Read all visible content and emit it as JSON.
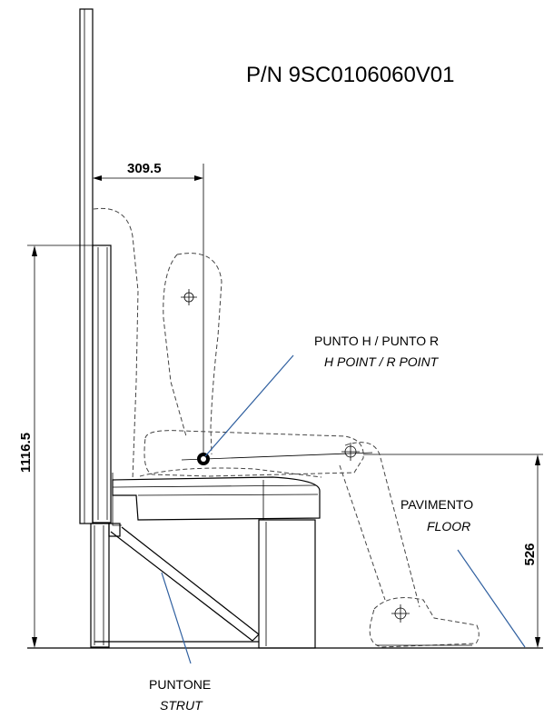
{
  "part_number": "P/N 9SC0106060V01",
  "dimensions": {
    "seat_h_offset": "309.5",
    "overall_height": "1116.5",
    "floor_height": "526"
  },
  "labels": {
    "h_point_it": "PUNTO H / PUNTO R",
    "h_point_en": "H POINT / R POINT",
    "floor_it": "PAVIMENTO",
    "floor_en": "FLOOR",
    "strut_it": "PUNTONE",
    "strut_en": "STRUT"
  },
  "colors": {
    "leader": "#2f5f9f",
    "line": "#000000"
  }
}
